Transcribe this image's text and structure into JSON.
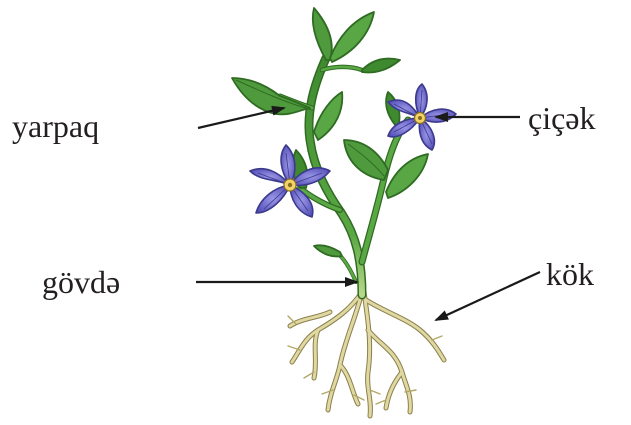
{
  "labels": {
    "leaf": "yarpaq",
    "flower": "çiçək",
    "stem": "gövdə",
    "root": "kök"
  },
  "colors": {
    "leaf_fill": "#4e9a3c",
    "leaf_dark": "#2f6b22",
    "stem": "#4c9a3a",
    "petal": "#6a66c9",
    "petal_dark": "#3b3a8c",
    "flower_center": "#f2d36b",
    "root": "#cfc58c",
    "root_outline": "#8a7f4a",
    "arrow": "#1a1a1a",
    "text": "#231f20"
  },
  "icons": {
    "plant": "flowering-plant-illustration",
    "arrow": "arrow-icon"
  }
}
